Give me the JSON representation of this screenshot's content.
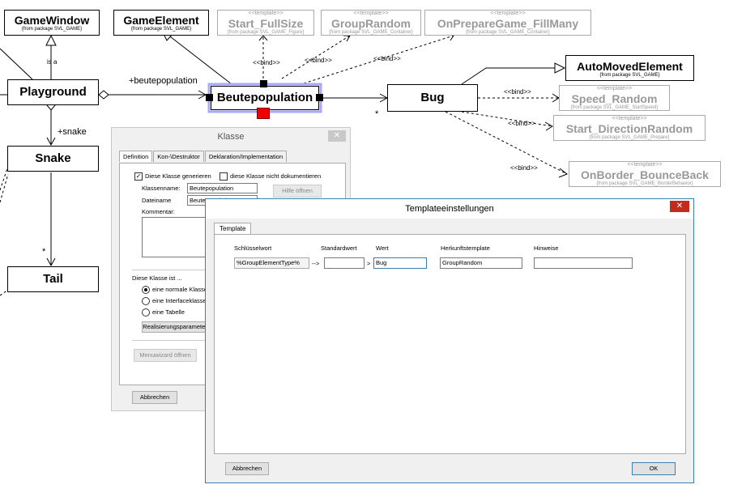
{
  "diagram": {
    "classes": {
      "gamewindow": {
        "name": "GameWindow",
        "package": "{from package SVL_GAME}"
      },
      "gameelement": {
        "name": "GameElement",
        "package": "{from package SVL_GAME}"
      },
      "start_fullsize": {
        "stereotype": "<<template>>",
        "name": "Start_FullSize",
        "package": "{from package SVL_GAME_Figure}"
      },
      "grouprandom": {
        "stereotype": "<<template>>",
        "name": "GroupRandom",
        "package": "{from package SVL_GAME_Container}"
      },
      "onpreparegame": {
        "stereotype": "<<template>>",
        "name": "OnPrepareGame_FillMany",
        "package": "{from package SVL_GAME_Container}"
      },
      "playground": {
        "name": "Playground"
      },
      "beutepopulation": {
        "name": "Beutepopulation"
      },
      "bug": {
        "name": "Bug"
      },
      "automoved": {
        "name": "AutoMovedElement",
        "package": "{from package SVL_GAME}"
      },
      "speed_random": {
        "stereotype": "<<template>>",
        "name": "Speed_Random",
        "package": "{from package SVL_GAME_StartSpeed}"
      },
      "start_direction": {
        "stereotype": "<<template>>",
        "name": "Start_DirectionRandom",
        "package": "{from package SVL_GAME_Prepare}"
      },
      "onborder": {
        "stereotype": "<<template>>",
        "name": "OnBorder_BounceBack",
        "package": "{from package SVL_GAME_BorderBehavior}"
      },
      "snake": {
        "name": "Snake"
      },
      "tail": {
        "name": "Tail"
      }
    },
    "labels": {
      "is_a": "is a",
      "beutepopulation_role": "+beutepopulation",
      "snake_role": "+snake",
      "bind": "<<bind>>",
      "star": "*"
    },
    "colors": {
      "selection": "#a8a8ff",
      "handle_red": "#ee0000",
      "template_gray": "#999999"
    }
  },
  "klasse_dialog": {
    "title": "Klasse",
    "close_icon": "✕",
    "tabs": [
      "Definition",
      "Kon-\\Destruktor",
      "Deklaration/Implementation"
    ],
    "generate_label": "Diese Klasse generieren",
    "generate_checked": true,
    "nodoc_label": "diese Klasse nicht dokumentieren",
    "nodoc_checked": false,
    "classname_label": "Klassenname:",
    "classname_value": "Beutepopulation",
    "filename_label": "Dateiname",
    "filename_value": "Beutepopulation.cpp",
    "help_button": "Hilfe öffnen",
    "comment_label": "Kommentar:",
    "kind_label": "Diese Klasse ist ...",
    "kind_options": [
      "eine normale Klasse",
      "eine Interfaceklasse",
      "eine Tabelle"
    ],
    "kind_selected": 0,
    "realize_button": "Realisierungsparameter",
    "menuwizard_button": "Menuwizard öffnen",
    "cancel_button": "Abbrechen"
  },
  "template_dialog": {
    "title": "Templateeinstellungen",
    "close_icon": "✕",
    "tab": "Template",
    "headers": {
      "key": "Schlüsselwort",
      "default": "Standardwert",
      "value": "Wert",
      "origin": "Herkunftstemplate",
      "hints": "Hinweise"
    },
    "row": {
      "key": "%GroupElementType%",
      "arrow1": "-->",
      "default": "",
      "arrow2": ">",
      "value": "Bug",
      "origin": "GroupRandom",
      "hints": ""
    },
    "cancel_button": "Abbrechen",
    "ok_button": "OK"
  }
}
